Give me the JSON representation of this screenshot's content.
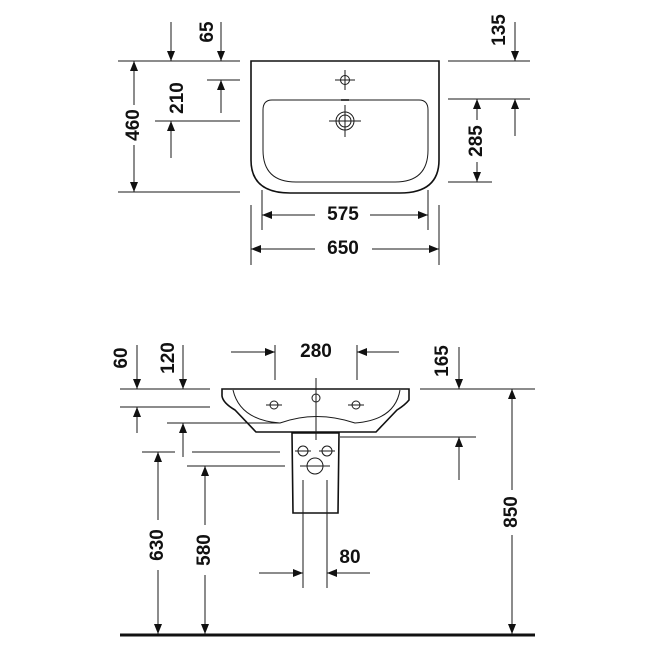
{
  "top_view": {
    "dims": {
      "d65": "65",
      "d135": "135",
      "d460": "460",
      "d210": "210",
      "d285": "285",
      "d575": "575",
      "d650": "650"
    }
  },
  "side_view": {
    "dims": {
      "d60": "60",
      "d120": "120",
      "d280": "280",
      "d165": "165",
      "d630": "630",
      "d580": "580",
      "d80": "80",
      "d850": "850"
    }
  },
  "colors": {
    "line": "#1a1a1a",
    "background": "#ffffff"
  }
}
